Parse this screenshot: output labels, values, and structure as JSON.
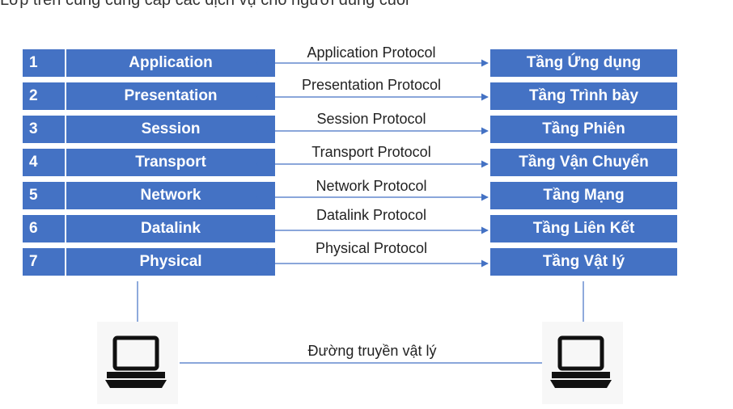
{
  "caption_fragment": "Lớp trên cùng cung cấp các dịch vụ cho người dùng cuối",
  "colors": {
    "layer_fill": "#4472c4",
    "layer_text": "#ffffff",
    "line": "#4472c4"
  },
  "layers": [
    {
      "number": "1",
      "name": "Application",
      "protocol": "Application Protocol",
      "vi_name": "Tầng Ứng dụng"
    },
    {
      "number": "2",
      "name": "Presentation",
      "protocol": "Presentation Protocol",
      "vi_name": "Tầng Trình bày"
    },
    {
      "number": "3",
      "name": "Session",
      "protocol": "Session Protocol",
      "vi_name": "Tầng Phiên"
    },
    {
      "number": "4",
      "name": "Transport",
      "protocol": "Transport Protocol",
      "vi_name": "Tầng Vận Chuyển"
    },
    {
      "number": "5",
      "name": "Network",
      "protocol": "Network Protocol",
      "vi_name": "Tầng Mạng"
    },
    {
      "number": "6",
      "name": "Datalink",
      "protocol": "Datalink Protocol",
      "vi_name": "Tầng Liên Kết"
    },
    {
      "number": "7",
      "name": "Physical",
      "protocol": "Physical Protocol",
      "vi_name": "Tầng Vật lý"
    }
  ],
  "physical_link_label": "Đường truyền vật lý",
  "icons": {
    "left_host": "laptop-icon",
    "right_host": "laptop-icon"
  }
}
